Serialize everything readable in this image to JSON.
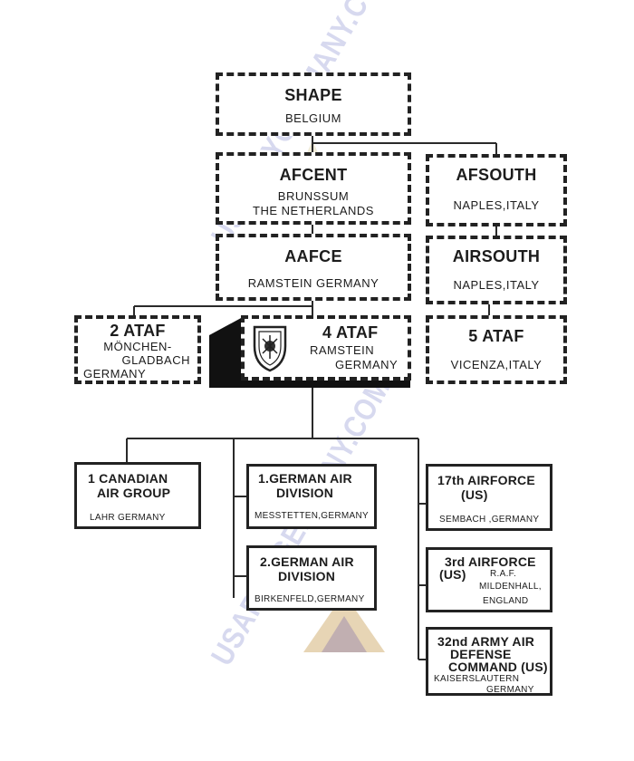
{
  "nodes": {
    "shape": {
      "name": "SHAPE",
      "location": "BELGIUM"
    },
    "afcent": {
      "name": "AFCENT",
      "line1": "BRUNSSUM",
      "line2": "THE NETHERLANDS"
    },
    "afsouth": {
      "name": "AFSOUTH",
      "location": "NAPLES,ITALY"
    },
    "aafce": {
      "name": "AAFCE",
      "location": "RAMSTEIN GERMANY"
    },
    "airsouth": {
      "name": "AIRSOUTH",
      "location": "NAPLES,ITALY"
    },
    "ataf2": {
      "name": "2 ATAF",
      "line1": "MÖNCHEN-",
      "line2": "GLADBACH",
      "line3": "GERMANY"
    },
    "ataf4": {
      "name": "4 ATAF",
      "line1": "RAMSTEIN",
      "line2": "GERMANY"
    },
    "ataf5": {
      "name": "5 ATAF",
      "location": "VICENZA,ITALY"
    },
    "canadian": {
      "line1": "1 CANADIAN",
      "line2": "AIR GROUP",
      "location": "LAHR GERMANY"
    },
    "gad1": {
      "line1": "1.GERMAN AIR",
      "line2": "DIVISION",
      "location": "MESSTETTEN,GERMANY"
    },
    "gad2": {
      "line1": "2.GERMAN AIR",
      "line2": "DIVISION",
      "location": "BIRKENFELD,GERMANY"
    },
    "af17": {
      "line1": "17th AIRFORCE",
      "line2": "(US)",
      "location": "SEMBACH ,GERMANY"
    },
    "af3": {
      "line1": "3rd AIRFORCE",
      "line2": "(US)",
      "loc1": "R.A.F.",
      "loc2": "MILDENHALL,",
      "loc3": "ENGLAND"
    },
    "army32": {
      "line1": "32nd ARMY AIR",
      "line2": "DEFENSE",
      "line3": "COMMAND (US)",
      "loc1": "KAISERSLAUTERN",
      "loc2": "GERMANY"
    }
  },
  "watermark": "USARMYGERMANY.COM",
  "colors": {
    "ink": "#222222",
    "watermark": "#d7d9ef"
  }
}
